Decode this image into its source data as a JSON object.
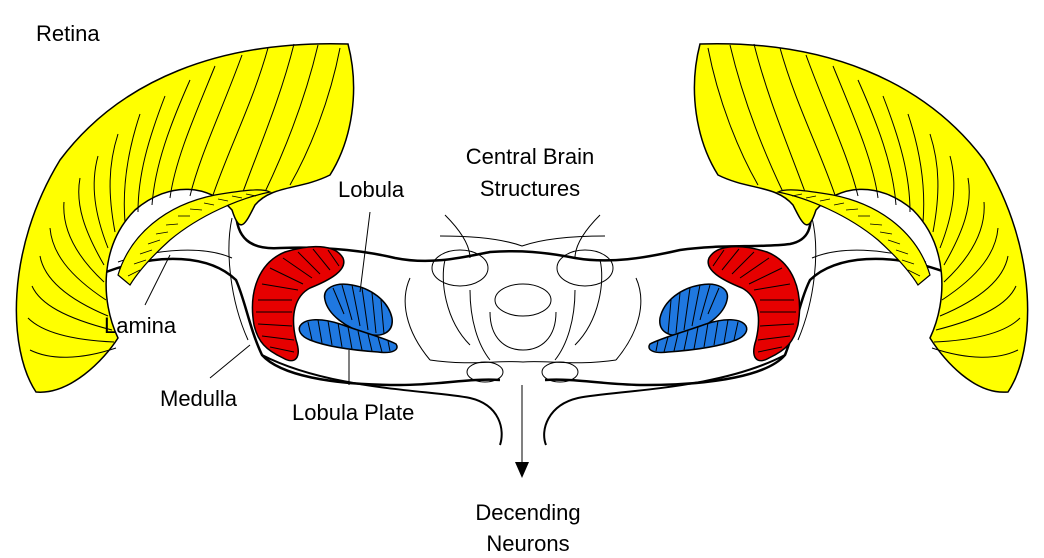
{
  "labels": {
    "retina": "Retina",
    "central_brain_line1": "Central Brain",
    "central_brain_line2": "Structures",
    "lobula": "Lobula",
    "lamina": "Lamina",
    "medulla": "Medulla",
    "lobula_plate": "Lobula Plate",
    "descending_line1": "Decending",
    "descending_line2": "Neurons"
  },
  "colors": {
    "retina": "#ffff00",
    "medulla": "#e60000",
    "lobula": "#1f78e0",
    "outline": "#000000",
    "background": "#ffffff"
  }
}
